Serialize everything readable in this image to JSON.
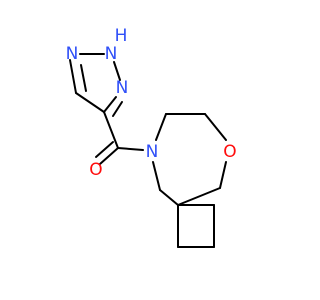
{
  "molecule": {
    "atoms": [
      {
        "id": "N1",
        "label": "N",
        "color": "#3050F8"
      },
      {
        "id": "N2",
        "label": "N",
        "color": "#3050F8"
      },
      {
        "id": "H2",
        "label": "H",
        "color": "#3050F8"
      },
      {
        "id": "N3",
        "label": "N",
        "color": "#3050F8"
      },
      {
        "id": "O1",
        "label": "O",
        "color": "#FF0D0D"
      },
      {
        "id": "N4",
        "label": "N",
        "color": "#3050F8"
      },
      {
        "id": "O2",
        "label": "O",
        "color": "#FF0D0D"
      }
    ]
  }
}
